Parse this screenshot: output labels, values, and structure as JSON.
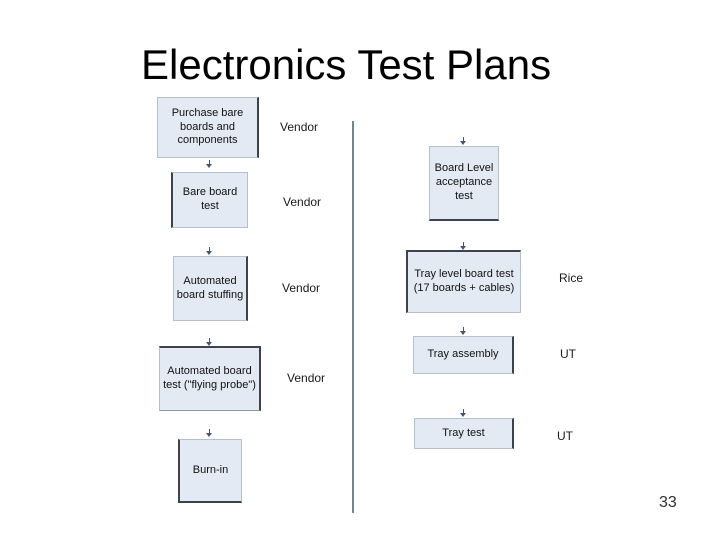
{
  "slide": {
    "title": "Electronics Test Plans",
    "page_number": "33"
  },
  "diagram": {
    "left_nodes": [
      {
        "label": "Purchase bare\nboards and\ncomponents",
        "owner": "Vendor"
      },
      {
        "label": "Bare board\ntest",
        "owner": "Vendor"
      },
      {
        "label": "Automated\nboard stuffing",
        "owner": "Vendor"
      },
      {
        "label": "Automated board\ntest (\"flying probe\")",
        "owner": "Vendor"
      },
      {
        "label": "Burn-in"
      }
    ],
    "right_nodes": [
      {
        "label": "Board Level\nacceptance\ntest"
      },
      {
        "label": "Tray level board test\n(17 boards + cables)",
        "owner": "Rice"
      },
      {
        "label": "Tray assembly",
        "owner": "UT"
      },
      {
        "label": "Tray test",
        "owner": "UT"
      }
    ],
    "colors": {
      "box_fill": "#e4eaf3",
      "box_border": "#b7c1ce",
      "dark_edge": "#3d434e",
      "arrow": "#41566f",
      "divider": "#70849a"
    }
  }
}
